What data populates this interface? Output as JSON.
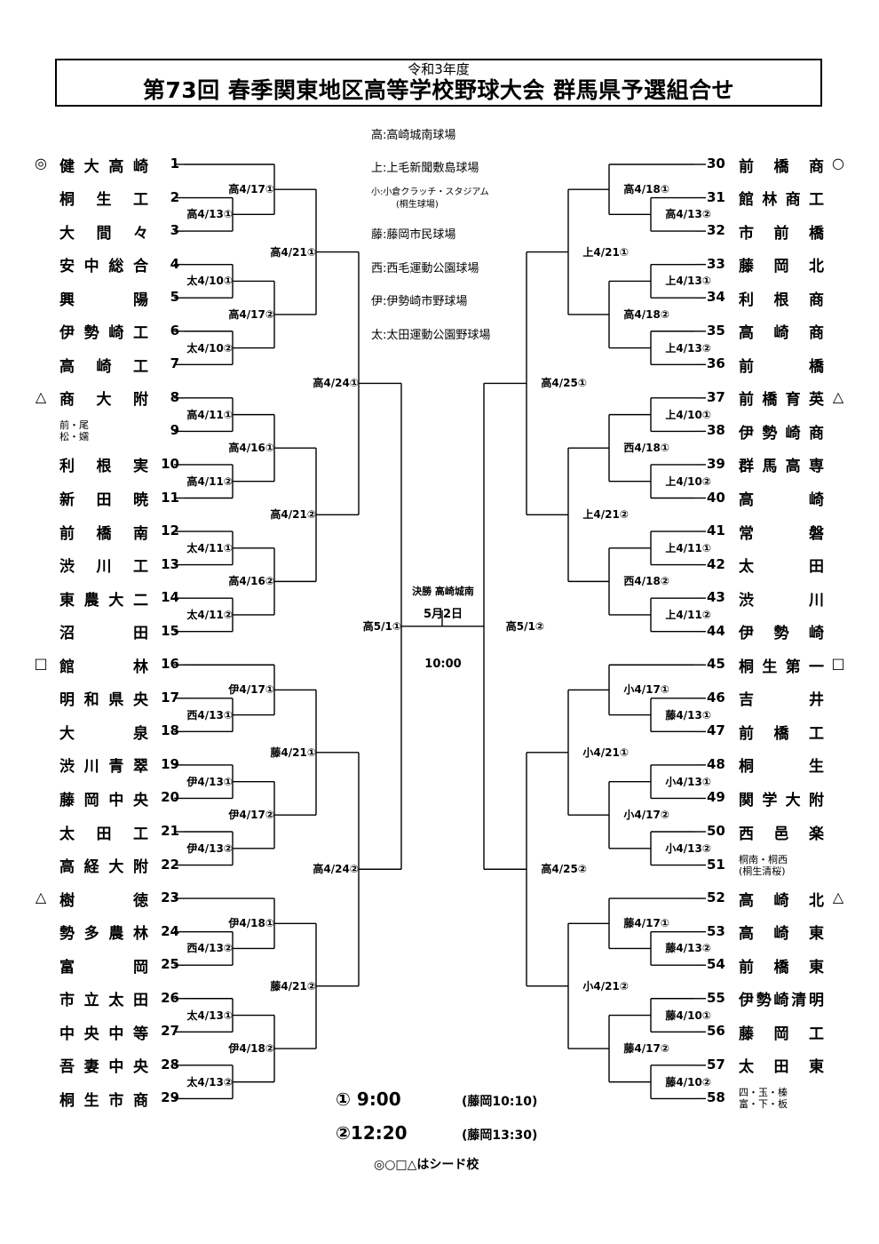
{
  "header": {
    "era_year": "令和3年度",
    "title": "第73回  春季関東地区高等学校野球大会 群馬県予選組合せ"
  },
  "venues": [
    {
      "text": "高:高崎城南球場",
      "small": false
    },
    {
      "text": "上:上毛新聞敷島球場",
      "small": false
    },
    {
      "text": "小:小倉クラッチ・スタジアム",
      "small": true,
      "sub": "(桐生球場)"
    },
    {
      "text": "藤:藤岡市民球場",
      "small": false
    },
    {
      "text": "西:西毛運動公園球場",
      "small": false
    },
    {
      "text": "伊:伊勢崎市野球場",
      "small": false
    },
    {
      "text": "太:太田運動公園野球場",
      "small": false
    }
  ],
  "left_teams": [
    {
      "num": "1",
      "name": "健大高崎",
      "seed": "◎"
    },
    {
      "num": "2",
      "name": "桐生工",
      "seed": ""
    },
    {
      "num": "3",
      "name": "大間々",
      "seed": ""
    },
    {
      "num": "4",
      "name": "安中総合",
      "seed": ""
    },
    {
      "num": "5",
      "name": "興陽",
      "seed": ""
    },
    {
      "num": "6",
      "name": "伊勢崎工",
      "seed": ""
    },
    {
      "num": "7",
      "name": "高崎工",
      "seed": ""
    },
    {
      "num": "8",
      "name": "商大附",
      "seed": "△"
    },
    {
      "num": "9",
      "name": "",
      "seed": "",
      "line1": "前・尾",
      "line2": "松・嬬"
    },
    {
      "num": "10",
      "name": "利根実",
      "seed": ""
    },
    {
      "num": "11",
      "name": "新田暁",
      "seed": ""
    },
    {
      "num": "12",
      "name": "前橋南",
      "seed": ""
    },
    {
      "num": "13",
      "name": "渋川工",
      "seed": ""
    },
    {
      "num": "14",
      "name": "東農大二",
      "seed": ""
    },
    {
      "num": "15",
      "name": "沼田",
      "seed": ""
    },
    {
      "num": "16",
      "name": "館林",
      "seed": "□"
    },
    {
      "num": "17",
      "name": "明和県央",
      "seed": ""
    },
    {
      "num": "18",
      "name": "大泉",
      "seed": ""
    },
    {
      "num": "19",
      "name": "渋川青翠",
      "seed": ""
    },
    {
      "num": "20",
      "name": "藤岡中央",
      "seed": ""
    },
    {
      "num": "21",
      "name": "太田工",
      "seed": ""
    },
    {
      "num": "22",
      "name": "高経大附",
      "seed": ""
    },
    {
      "num": "23",
      "name": "樹徳",
      "seed": "△"
    },
    {
      "num": "24",
      "name": "勢多農林",
      "seed": ""
    },
    {
      "num": "25",
      "name": "富岡",
      "seed": ""
    },
    {
      "num": "26",
      "name": "市立太田",
      "seed": ""
    },
    {
      "num": "27",
      "name": "中央中等",
      "seed": ""
    },
    {
      "num": "28",
      "name": "吾妻中央",
      "seed": ""
    },
    {
      "num": "29",
      "name": "桐生市商",
      "seed": ""
    }
  ],
  "right_teams": [
    {
      "num": "30",
      "name": "前橋商",
      "seed": "○"
    },
    {
      "num": "31",
      "name": "館林商工",
      "seed": ""
    },
    {
      "num": "32",
      "name": "市前橋",
      "seed": ""
    },
    {
      "num": "33",
      "name": "藤岡北",
      "seed": ""
    },
    {
      "num": "34",
      "name": "利根商",
      "seed": ""
    },
    {
      "num": "35",
      "name": "高崎商",
      "seed": ""
    },
    {
      "num": "36",
      "name": "前橋",
      "seed": ""
    },
    {
      "num": "37",
      "name": "前橋育英",
      "seed": "△"
    },
    {
      "num": "38",
      "name": "伊勢崎商",
      "seed": ""
    },
    {
      "num": "39",
      "name": "群馬高専",
      "seed": ""
    },
    {
      "num": "40",
      "name": "高崎",
      "seed": ""
    },
    {
      "num": "41",
      "name": "常磐",
      "seed": ""
    },
    {
      "num": "42",
      "name": "太田",
      "seed": ""
    },
    {
      "num": "43",
      "name": "渋川",
      "seed": ""
    },
    {
      "num": "44",
      "name": "伊勢崎",
      "seed": ""
    },
    {
      "num": "45",
      "name": "桐生第一",
      "seed": "□"
    },
    {
      "num": "46",
      "name": "吉井",
      "seed": ""
    },
    {
      "num": "47",
      "name": "前橋工",
      "seed": ""
    },
    {
      "num": "48",
      "name": "桐生",
      "seed": ""
    },
    {
      "num": "49",
      "name": "関学大附",
      "seed": ""
    },
    {
      "num": "50",
      "name": "西邑楽",
      "seed": ""
    },
    {
      "num": "51",
      "name": "",
      "seed": "",
      "line1": "桐南・桐西",
      "line2": "(桐生清桜)"
    },
    {
      "num": "52",
      "name": "高崎北",
      "seed": "△"
    },
    {
      "num": "53",
      "name": "高崎東",
      "seed": ""
    },
    {
      "num": "54",
      "name": "前橋東",
      "seed": ""
    },
    {
      "num": "55",
      "name": "伊勢崎清明",
      "seed": ""
    },
    {
      "num": "56",
      "name": "藤岡工",
      "seed": ""
    },
    {
      "num": "57",
      "name": "太田東",
      "seed": ""
    },
    {
      "num": "58",
      "name": "",
      "seed": "",
      "line1": "四・玉・榛",
      "line2": "富・下・板"
    }
  ],
  "matches": [
    {
      "id": "L-a",
      "label": "高4/13①"
    },
    {
      "id": "L-b",
      "label": "高4/17①"
    },
    {
      "id": "L-c",
      "label": "太4/10①"
    },
    {
      "id": "L-d",
      "label": "太4/10②"
    },
    {
      "id": "L-e",
      "label": "高4/17②"
    },
    {
      "id": "L-f",
      "label": "高4/21①"
    },
    {
      "id": "L-g",
      "label": "高4/11①"
    },
    {
      "id": "L-h",
      "label": "高4/11②"
    },
    {
      "id": "L-i",
      "label": "高4/16①"
    },
    {
      "id": "L-j",
      "label": "太4/11①"
    },
    {
      "id": "L-k",
      "label": "太4/11②"
    },
    {
      "id": "L-l",
      "label": "高4/16②"
    },
    {
      "id": "L-m",
      "label": "高4/21②"
    },
    {
      "id": "L-n",
      "label": "高4/24①"
    },
    {
      "id": "L-o",
      "label": "西4/13①"
    },
    {
      "id": "L-p",
      "label": "伊4/17①"
    },
    {
      "id": "L-q",
      "label": "伊4/13①"
    },
    {
      "id": "L-r",
      "label": "伊4/13②"
    },
    {
      "id": "L-s",
      "label": "伊4/17②"
    },
    {
      "id": "L-t",
      "label": "藤4/21①"
    },
    {
      "id": "L-u",
      "label": "西4/13②"
    },
    {
      "id": "L-v",
      "label": "伊4/18①"
    },
    {
      "id": "L-w",
      "label": "太4/13①"
    },
    {
      "id": "L-x",
      "label": "太4/13②"
    },
    {
      "id": "L-y",
      "label": "伊4/18②"
    },
    {
      "id": "L-z",
      "label": "藤4/21②"
    },
    {
      "id": "L-aa",
      "label": "高4/24②"
    },
    {
      "id": "L-sf",
      "label": "高5/1①"
    },
    {
      "id": "R-a",
      "label": "高4/13②"
    },
    {
      "id": "R-b",
      "label": "高4/18①"
    },
    {
      "id": "R-c",
      "label": "上4/13①"
    },
    {
      "id": "R-d",
      "label": "上4/13②"
    },
    {
      "id": "R-e",
      "label": "高4/18②"
    },
    {
      "id": "R-f",
      "label": "上4/21①"
    },
    {
      "id": "R-g",
      "label": "上4/10①"
    },
    {
      "id": "R-h",
      "label": "上4/10②"
    },
    {
      "id": "R-i",
      "label": "西4/18①"
    },
    {
      "id": "R-j",
      "label": "上4/11①"
    },
    {
      "id": "R-k",
      "label": "上4/11②"
    },
    {
      "id": "R-l",
      "label": "西4/18②"
    },
    {
      "id": "R-m",
      "label": "上4/21②"
    },
    {
      "id": "R-n",
      "label": "高4/25①"
    },
    {
      "id": "R-o",
      "label": "藤4/13①"
    },
    {
      "id": "R-p",
      "label": "小4/17①"
    },
    {
      "id": "R-q",
      "label": "小4/13①"
    },
    {
      "id": "R-r",
      "label": "小4/13②"
    },
    {
      "id": "R-s",
      "label": "小4/17②"
    },
    {
      "id": "R-t",
      "label": "小4/21①"
    },
    {
      "id": "R-u",
      "label": "藤4/13②"
    },
    {
      "id": "R-v",
      "label": "藤4/17①"
    },
    {
      "id": "R-w",
      "label": "藤4/10①"
    },
    {
      "id": "R-x",
      "label": "藤4/10②"
    },
    {
      "id": "R-y",
      "label": "藤4/17②"
    },
    {
      "id": "R-z",
      "label": "小4/21②"
    },
    {
      "id": "R-aa",
      "label": "高4/25②"
    },
    {
      "id": "R-sf",
      "label": "高5/1②"
    }
  ],
  "final": {
    "venue": "決勝 高崎城南",
    "date": "5月2日",
    "time": "10:00"
  },
  "times": {
    "slot1": "① 9:00",
    "slot1_note": "(藤岡10:10)",
    "slot2": "②12:20",
    "slot2_note": "(藤岡13:30)"
  },
  "seed_note": "◎○□△はシード校"
}
